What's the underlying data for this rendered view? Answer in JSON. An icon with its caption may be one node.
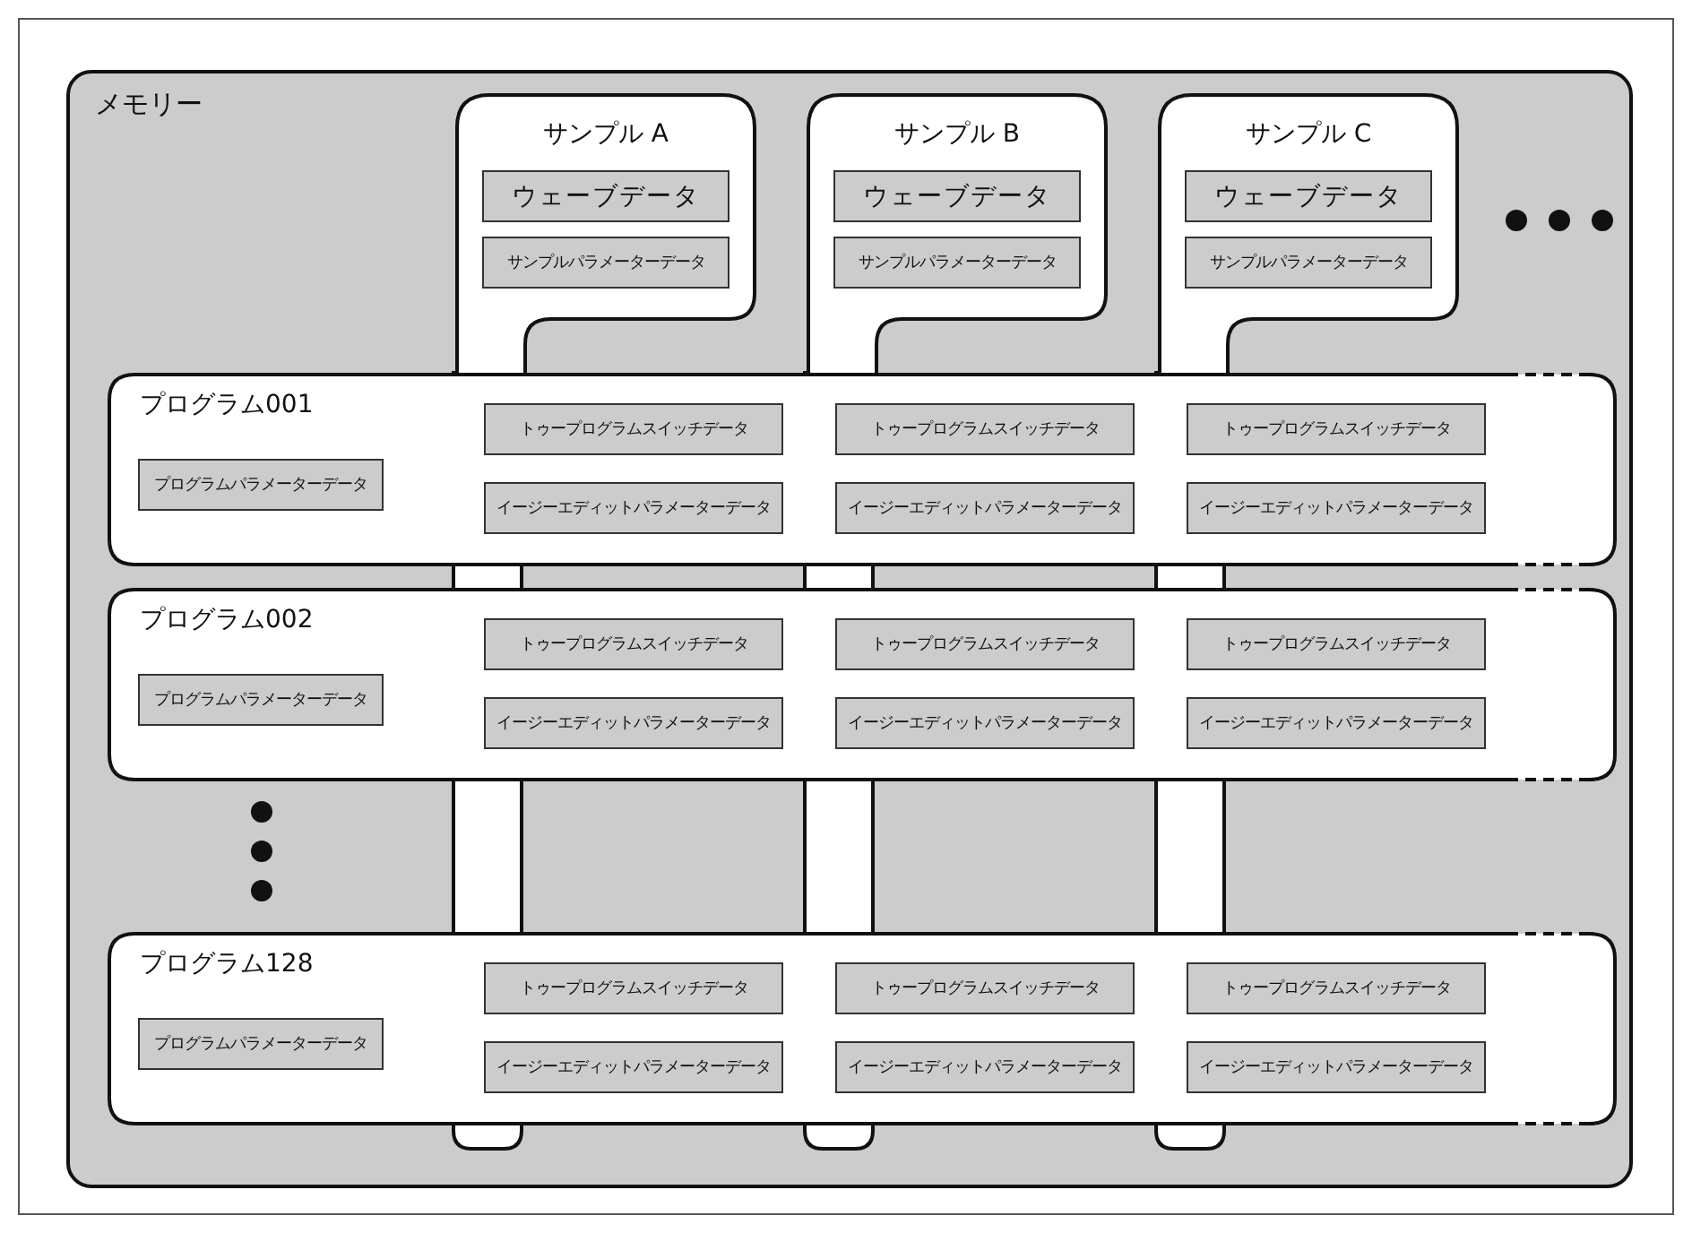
{
  "diagram": {
    "nodes": [
      {
        "text": [
          "メモリー"
        ]
      },
      {
        "text": [
          "サンプル A"
        ],
        "in": 0
      },
      {
        "text": [
          "ウェーブデータ"
        ],
        "in": 1
      },
      {
        "text": [
          "サンプルパラメーターデータ"
        ],
        "in": 1
      },
      {
        "text": [
          "サンプル B"
        ],
        "in": 0
      },
      {
        "text": [
          "ウェーブデータ"
        ],
        "in": 4
      },
      {
        "text": [
          "サンプルパラメーターデータ"
        ],
        "in": 4
      },
      {
        "text": [
          "サンプル C"
        ],
        "in": 0
      },
      {
        "text": [
          "ウェーブデータ"
        ],
        "in": 7
      },
      {
        "text": [
          "サンプルパラメーターデータ"
        ],
        "in": 7
      },
      {
        "text": [
          "プログラム001"
        ],
        "in": 0
      },
      {
        "text": [
          "プログラムパラメーターデータ"
        ],
        "in": 10
      },
      {
        "text": [
          "トゥープログラムスイッチデータ"
        ],
        "in": 10
      },
      {
        "text": [
          "イージーエディットパラメーターデータ"
        ],
        "in": 10
      },
      {
        "text": [
          "トゥープログラムスイッチデータ"
        ],
        "in": 10
      },
      {
        "text": [
          "イージーエディットパラメーターデータ"
        ],
        "in": 10
      },
      {
        "text": [
          "トゥープログラムスイッチデータ"
        ],
        "in": 10
      },
      {
        "text": [
          "イージーエディットパラメーターデータ"
        ],
        "in": 10
      },
      {
        "text": [
          "プログラム002"
        ],
        "in": 0
      },
      {
        "text": [
          "プログラムパラメーターデータ"
        ],
        "in": 18
      },
      {
        "text": [
          "トゥープログラムスイッチデータ"
        ],
        "in": 18
      },
      {
        "text": [
          "イージーエディットパラメーターデータ"
        ],
        "in": 18
      },
      {
        "text": [
          "トゥープログラムスイッチデータ"
        ],
        "in": 18
      },
      {
        "text": [
          "イージーエディットパラメーターデータ"
        ],
        "in": 18
      },
      {
        "text": [
          "トゥープログラムスイッチデータ"
        ],
        "in": 18
      },
      {
        "text": [
          "イージーエディットパラメーターデータ"
        ],
        "in": 18
      },
      {
        "text": [
          "プログラム128"
        ],
        "in": 0
      },
      {
        "text": [
          "プログラムパラメーターデータ"
        ],
        "in": 26
      },
      {
        "text": [
          "トゥープログラムスイッチデータ"
        ],
        "in": 26
      },
      {
        "text": [
          "イージーエディットパラメーターデータ"
        ],
        "in": 26
      },
      {
        "text": [
          "トゥープログラムスイッチデータ"
        ],
        "in": 26
      },
      {
        "text": [
          "イージーエディットパラメーターデータ"
        ],
        "in": 26
      },
      {
        "text": [
          "トゥープログラムスイッチデータ"
        ],
        "in": 26
      },
      {
        "text": [
          "イージーエディットパラメーターデータ"
        ],
        "in": 26
      }
    ]
  }
}
